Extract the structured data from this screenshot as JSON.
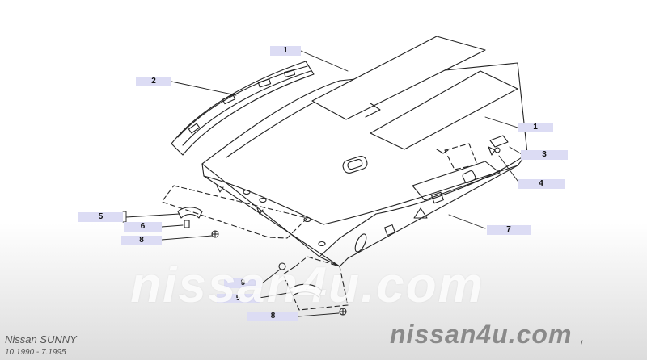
{
  "callouts": [
    {
      "label": "1"
    },
    {
      "label": "2"
    },
    {
      "label": "1"
    },
    {
      "label": "3"
    },
    {
      "label": "4"
    },
    {
      "label": "5"
    },
    {
      "label": "6"
    },
    {
      "label": "8"
    },
    {
      "label": "7"
    },
    {
      "label": "9"
    },
    {
      "label": "5"
    },
    {
      "label": "8"
    }
  ],
  "watermark": {
    "center": "nissan4u.com",
    "corner": "nissan4u.com"
  },
  "vehicle": {
    "model": "Nissan SUNNY",
    "dates": "10.1990 - 7.1995"
  },
  "corner_mark": "/",
  "colors": {
    "callout_bg": "#dcdcf4",
    "line": "#222222"
  }
}
